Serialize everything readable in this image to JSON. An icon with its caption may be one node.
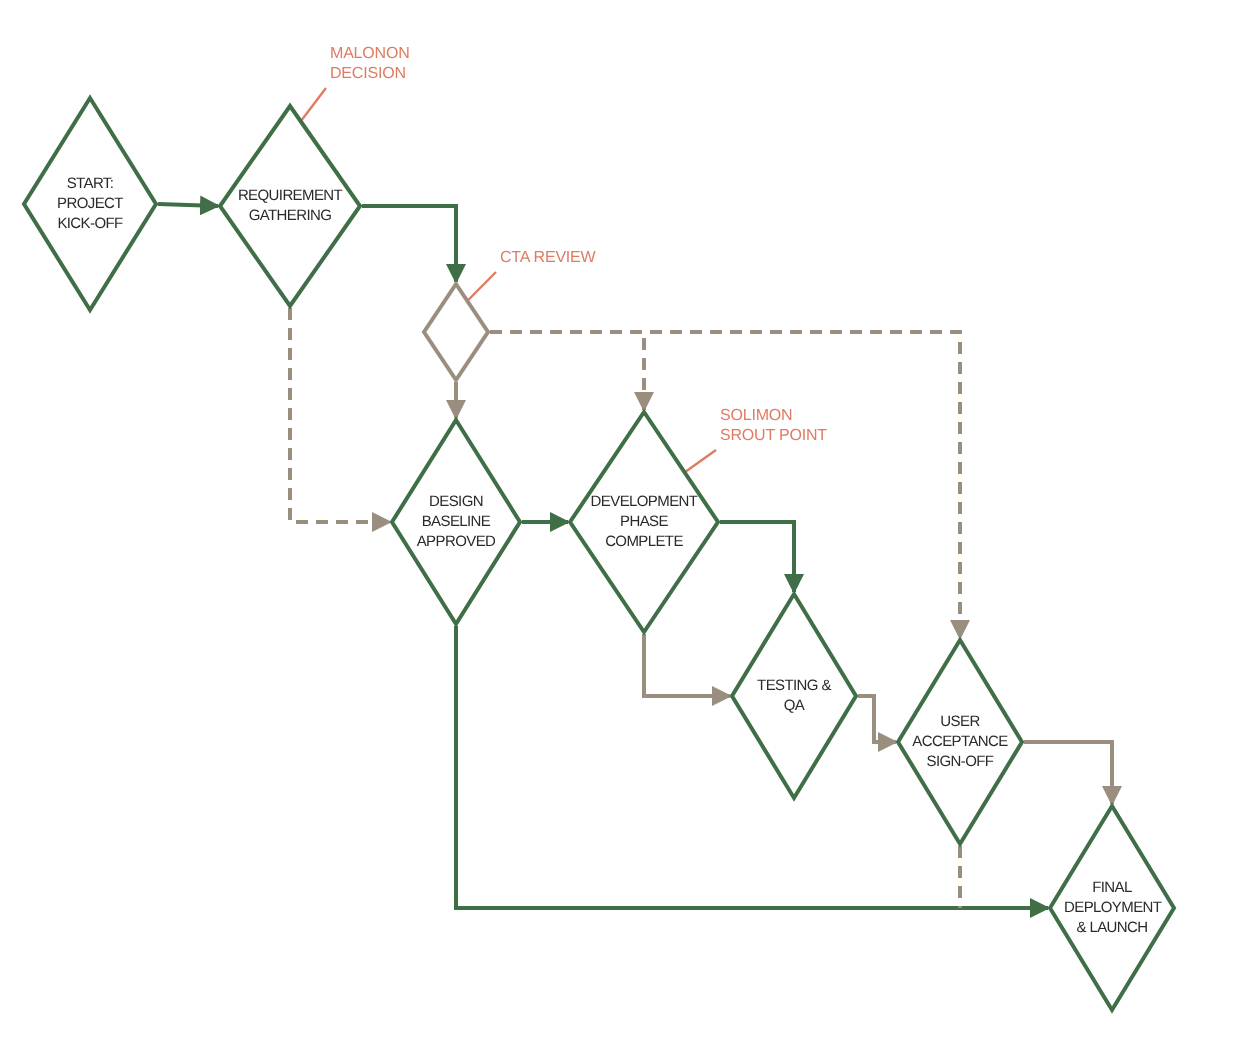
{
  "diagram": {
    "nodes": [
      {
        "text": [
          "START: PROJECT KICK-OFF"
        ]
      },
      {
        "text": [
          "REQUIREMENT GATHERING"
        ]
      },
      {
        "text": [],
        "shape": "diamond"
      },
      {
        "text": [
          "DESIGN BASELINE APPROVED"
        ]
      },
      {
        "text": [
          "DEVELOPMENT PHASE COMPLETE"
        ]
      },
      {
        "text": [
          "TESTING & QA"
        ]
      },
      {
        "text": [
          "USER ACCEPTANCE SIGN-OFF"
        ]
      },
      {
        "text": [
          "FINAL DEPLOYMENT & LAUNCH"
        ]
      },
      {
        "text": [
          "MALONON DECISION"
        ]
      },
      {
        "text": [
          "CTA REVIEW"
        ]
      },
      {
        "text": [
          "SOLIMON SROUT POINT"
        ]
      }
    ],
    "edges": [
      {
        "from": 0,
        "to": 1,
        "arrow": "to",
        "color": "#3f6e47"
      },
      {
        "from": 1,
        "to": 2,
        "arrow": "to",
        "color": "#3f6e47"
      },
      {
        "from": 1,
        "to": 3,
        "arrow": "to",
        "style": "dashed"
      },
      {
        "from": 2,
        "to": 3,
        "arrow": "to"
      },
      {
        "from": 2,
        "to": 4,
        "arrow": "to",
        "style": "dashed"
      },
      {
        "from": 2,
        "to": 6,
        "arrow": "to",
        "style": "dashed"
      },
      {
        "from": 3,
        "to": 4,
        "arrow": "to",
        "color": "#3f6e47"
      },
      {
        "from": 4,
        "to": 5,
        "arrow": "to",
        "color": "#3f6e47"
      },
      {
        "from": 4,
        "to": 5,
        "arrow": "to"
      },
      {
        "from": 5,
        "to": 6,
        "arrow": "to"
      },
      {
        "from": 6,
        "to": 7,
        "arrow": "to"
      },
      {
        "from": 3,
        "to": 7,
        "arrow": "to",
        "color": "#3f6e47"
      },
      {
        "from": 6,
        "to": null,
        "arrow": "none",
        "style": "dashed"
      },
      {
        "from": 8,
        "to": 1,
        "arrow": "none",
        "color": "#e07b62"
      },
      {
        "from": 9,
        "to": 2,
        "arrow": "none",
        "color": "#e07b62"
      },
      {
        "from": 10,
        "to": 4,
        "arrow": "none",
        "color": "#e07b62"
      }
    ]
  }
}
